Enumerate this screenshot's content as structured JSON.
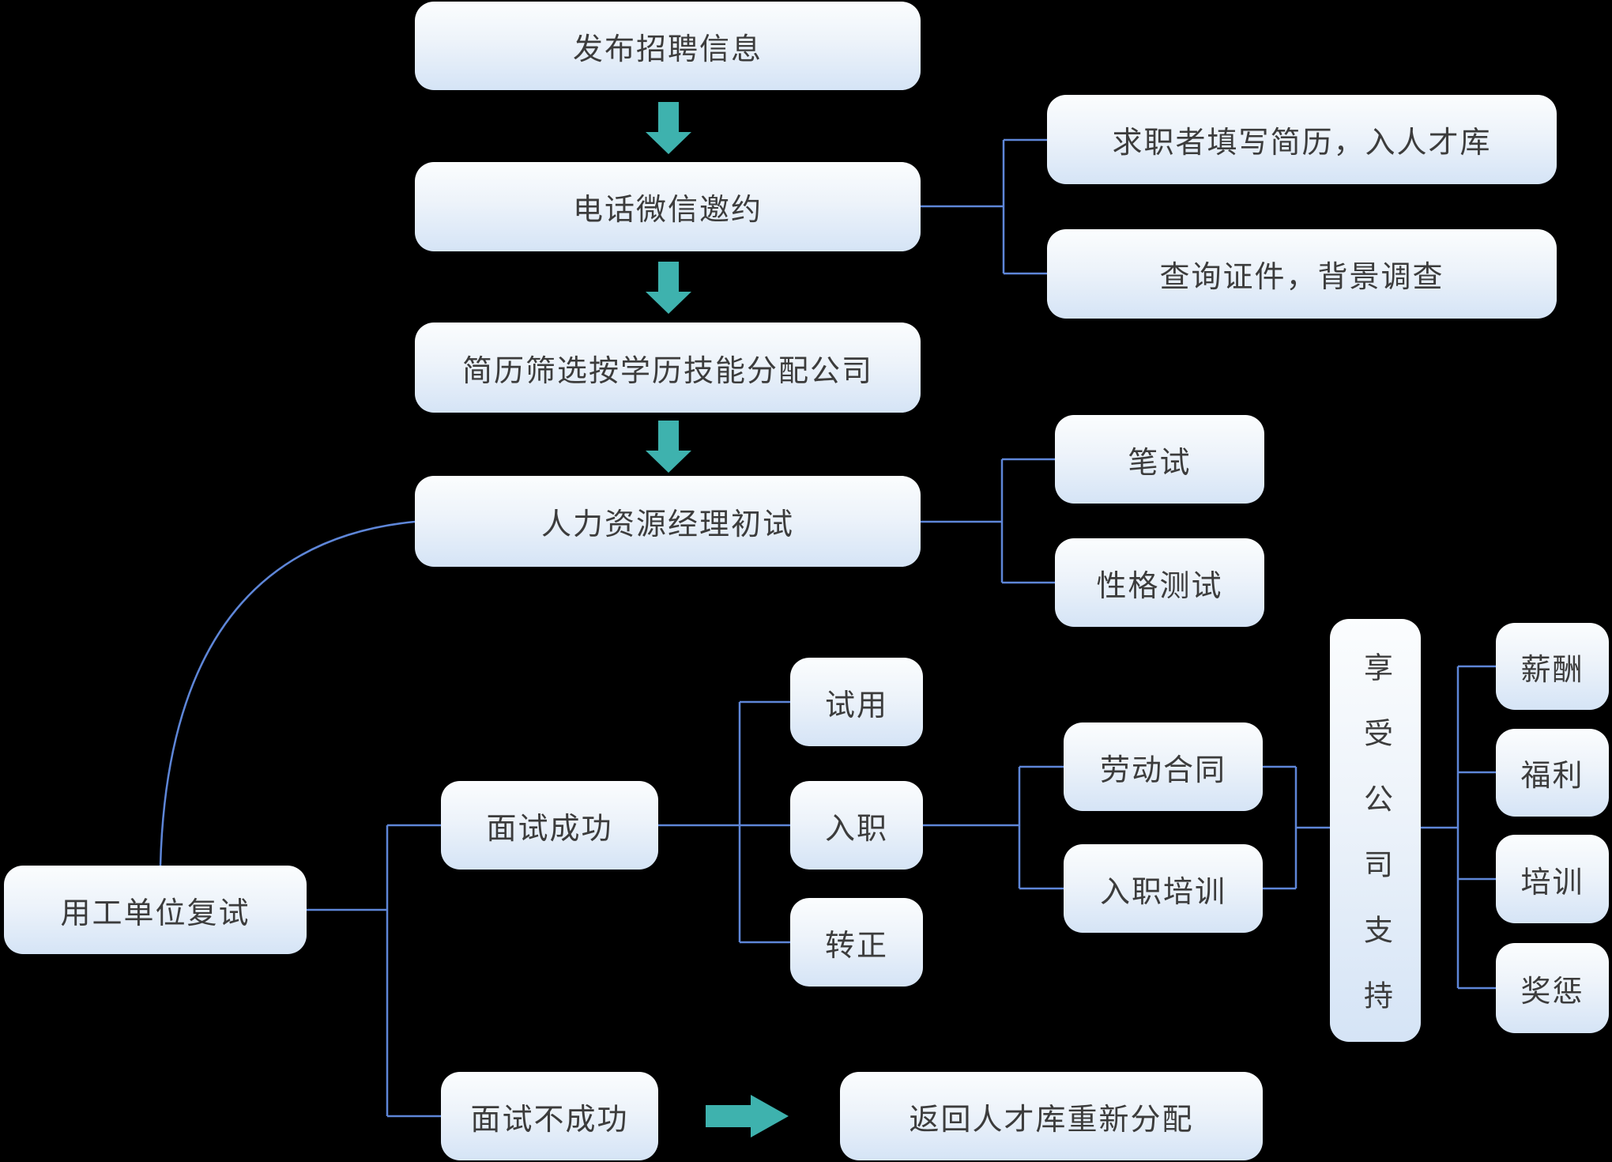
{
  "colors": {
    "background": "#000000",
    "connector_blue": "#5E86D8",
    "arrow_teal": "#3EB2AE",
    "box_text": "#3C3C3C",
    "box_top": "#FBFDFE",
    "box_mid": "#EDF3FA",
    "box_bottom": "#D5E4F6"
  },
  "nodes": {
    "publish": {
      "label": "发布招聘信息"
    },
    "invite": {
      "label": "电话微信邀约"
    },
    "resume_pool": {
      "label": "求职者填写简历，入人才库"
    },
    "background_check": {
      "label": "查询证件，背景调查"
    },
    "screening": {
      "label": "简历筛选按学历技能分配公司"
    },
    "first_interview": {
      "label": "人力资源经理初试"
    },
    "written_test": {
      "label": "笔试"
    },
    "personality_test": {
      "label": "性格测试"
    },
    "second_interview": {
      "label": "用工单位复试"
    },
    "interview_success": {
      "label": "面试成功"
    },
    "trial": {
      "label": "试用"
    },
    "onboarding": {
      "label": "入职"
    },
    "regularization": {
      "label": "转正"
    },
    "labor_contract": {
      "label": "劳动合同"
    },
    "onboarding_training": {
      "label": "入职培训"
    },
    "company_support": {
      "label": "享受公司支持"
    },
    "salary": {
      "label": "薪酬"
    },
    "benefits": {
      "label": "福利"
    },
    "training": {
      "label": "培训"
    },
    "rewards_punishments": {
      "label": "奖惩"
    },
    "interview_fail": {
      "label": "面试不成功"
    },
    "return_pool": {
      "label": "返回人才库重新分配"
    }
  }
}
